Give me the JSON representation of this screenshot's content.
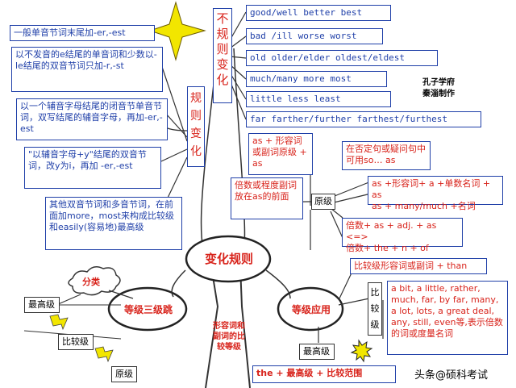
{
  "irregular": {
    "title": "不规则变化",
    "rows": [
      "good/well   better  best",
      "bad /ill   worse   worst",
      "old   older/elder  oldest/eldest",
      "much/many   more   most",
      "little    less     least",
      "far  farther/further  farthest/furthest"
    ]
  },
  "regular": {
    "title": "规则变化",
    "rules": [
      "一般单音节词末尾加-er,-est",
      "以不发音的e结尾的单音词和少数以- le结尾的双音节词只加-r,-st",
      "以一个辅音字母结尾的闭音节单音节词，双写结尾的辅音字母，再加-er,-est",
      "\"以辅音字母+y\"结尾的双音节词，改y为i，再加 -er,-est",
      "其他双音节词和多音节词，在前面加more，most来构成比较级和easily(容易地)最高级"
    ]
  },
  "center": {
    "title": "变化规则",
    "trunk": "形容词和副词的比较等级"
  },
  "levels": {
    "title": "等级三级跳",
    "classify": "分类",
    "items": [
      "最高级",
      "比较级",
      "原级"
    ]
  },
  "application": {
    "title": "等级应用",
    "positive_label": "原级",
    "positive_notes": [
      "as + 形容词或副词原级 + as",
      "在否定句或疑问句中可用so… as",
      "倍数或程度副词放在as的前面",
      "as +形容词+ a +单数名词 + as",
      "as + many/much +名词",
      "倍数+ as + adj. + as  <=>",
      "倍数+ the + n + of"
    ],
    "comparative_label": "比较级",
    "comparative_notes": [
      "比较级形容词或副词 + than",
      "a bit, a little, rather, much, far, by far, many, a lot, lots, a great deal, any, still, even等,表示倍数的词或度量名词"
    ],
    "superlative_label": "最高级",
    "superlative_note": "the + 最高级 + 比较范围"
  },
  "credit": [
    "孔子学府",
    "秦淄制作"
  ],
  "watermark": "头条@硕科考试"
}
